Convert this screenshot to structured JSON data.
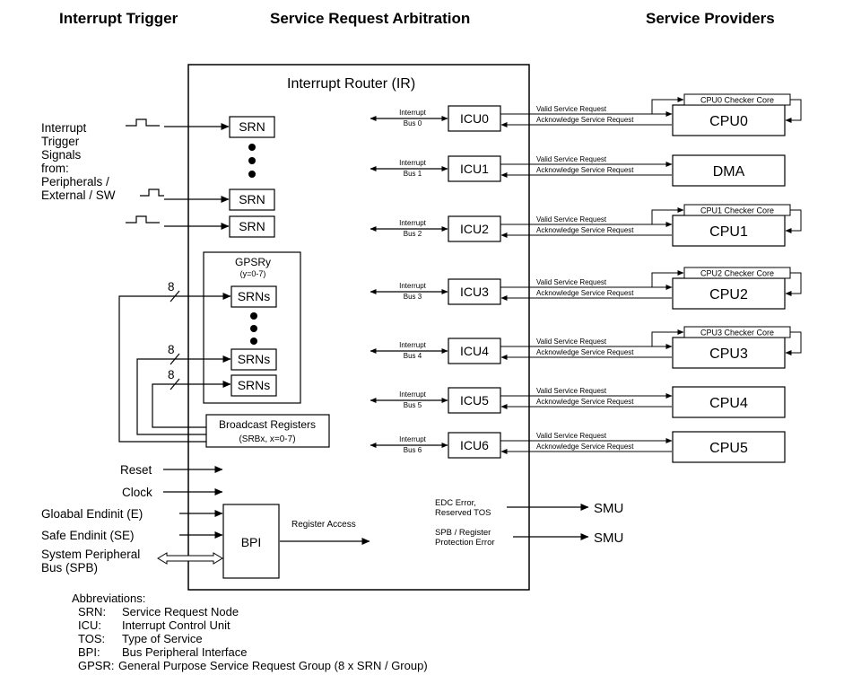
{
  "headers": {
    "trigger": "Interrupt Trigger",
    "arbitration": "Service Request Arbitration",
    "providers": "Service Providers"
  },
  "router_title": "Interrupt Router (IR)",
  "trigger_signals": [
    "Interrupt",
    "Trigger",
    "Signals",
    "from:",
    "Peripherals /",
    "External / SW"
  ],
  "srn_label": "SRN",
  "gpsr": {
    "title": "GPSRy",
    "range": "(y=0-7)",
    "srns_label": "SRNs",
    "bus_width": "8"
  },
  "broadcast": {
    "title": "Broadcast Registers",
    "sub": "(SRBx, x=0-7)"
  },
  "inputs": {
    "reset": "Reset",
    "clock": "Clock",
    "ge": "Gloabal Endinit (E)",
    "se": "Safe Endinit (SE)",
    "spb1": "System Peripheral",
    "spb2": "Bus (SPB)"
  },
  "bpi": {
    "label": "BPI",
    "reg_access": "Register Access"
  },
  "bus_word": "Interrupt",
  "valid_req": "Valid Service Request",
  "ack_req": "Acknowledge Service Request",
  "icus": [
    {
      "name": "ICU0",
      "bus": "Bus 0",
      "provider": "CPU0",
      "checker": "CPU0 Checker Core"
    },
    {
      "name": "ICU1",
      "bus": "Bus 1",
      "provider": "DMA",
      "checker": ""
    },
    {
      "name": "ICU2",
      "bus": "Bus 2",
      "provider": "CPU1",
      "checker": "CPU1 Checker Core"
    },
    {
      "name": "ICU3",
      "bus": "Bus 3",
      "provider": "CPU2",
      "checker": "CPU2 Checker Core"
    },
    {
      "name": "ICU4",
      "bus": "Bus 4",
      "provider": "CPU3",
      "checker": "CPU3 Checker Core"
    },
    {
      "name": "ICU5",
      "bus": "Bus 5",
      "provider": "CPU4",
      "checker": ""
    },
    {
      "name": "ICU6",
      "bus": "Bus 6",
      "provider": "CPU5",
      "checker": ""
    }
  ],
  "errors": {
    "edc1": "EDC Error,",
    "edc2": "Reserved TOS",
    "spb1": "SPB / Register",
    "spb2": "Protection Error",
    "smu": "SMU"
  },
  "abbreviations": {
    "title": "Abbreviations:",
    "items": [
      {
        "key": "SRN:",
        "value": "Service Request Node"
      },
      {
        "key": "ICU:",
        "value": "Interrupt Control Unit"
      },
      {
        "key": "TOS:",
        "value": "Type of Service"
      },
      {
        "key": "BPI:",
        "value": "Bus Peripheral Interface"
      },
      {
        "key": "GPSR:",
        "value": "General Purpose Service Request Group (8 x SRN / Group)"
      }
    ]
  }
}
